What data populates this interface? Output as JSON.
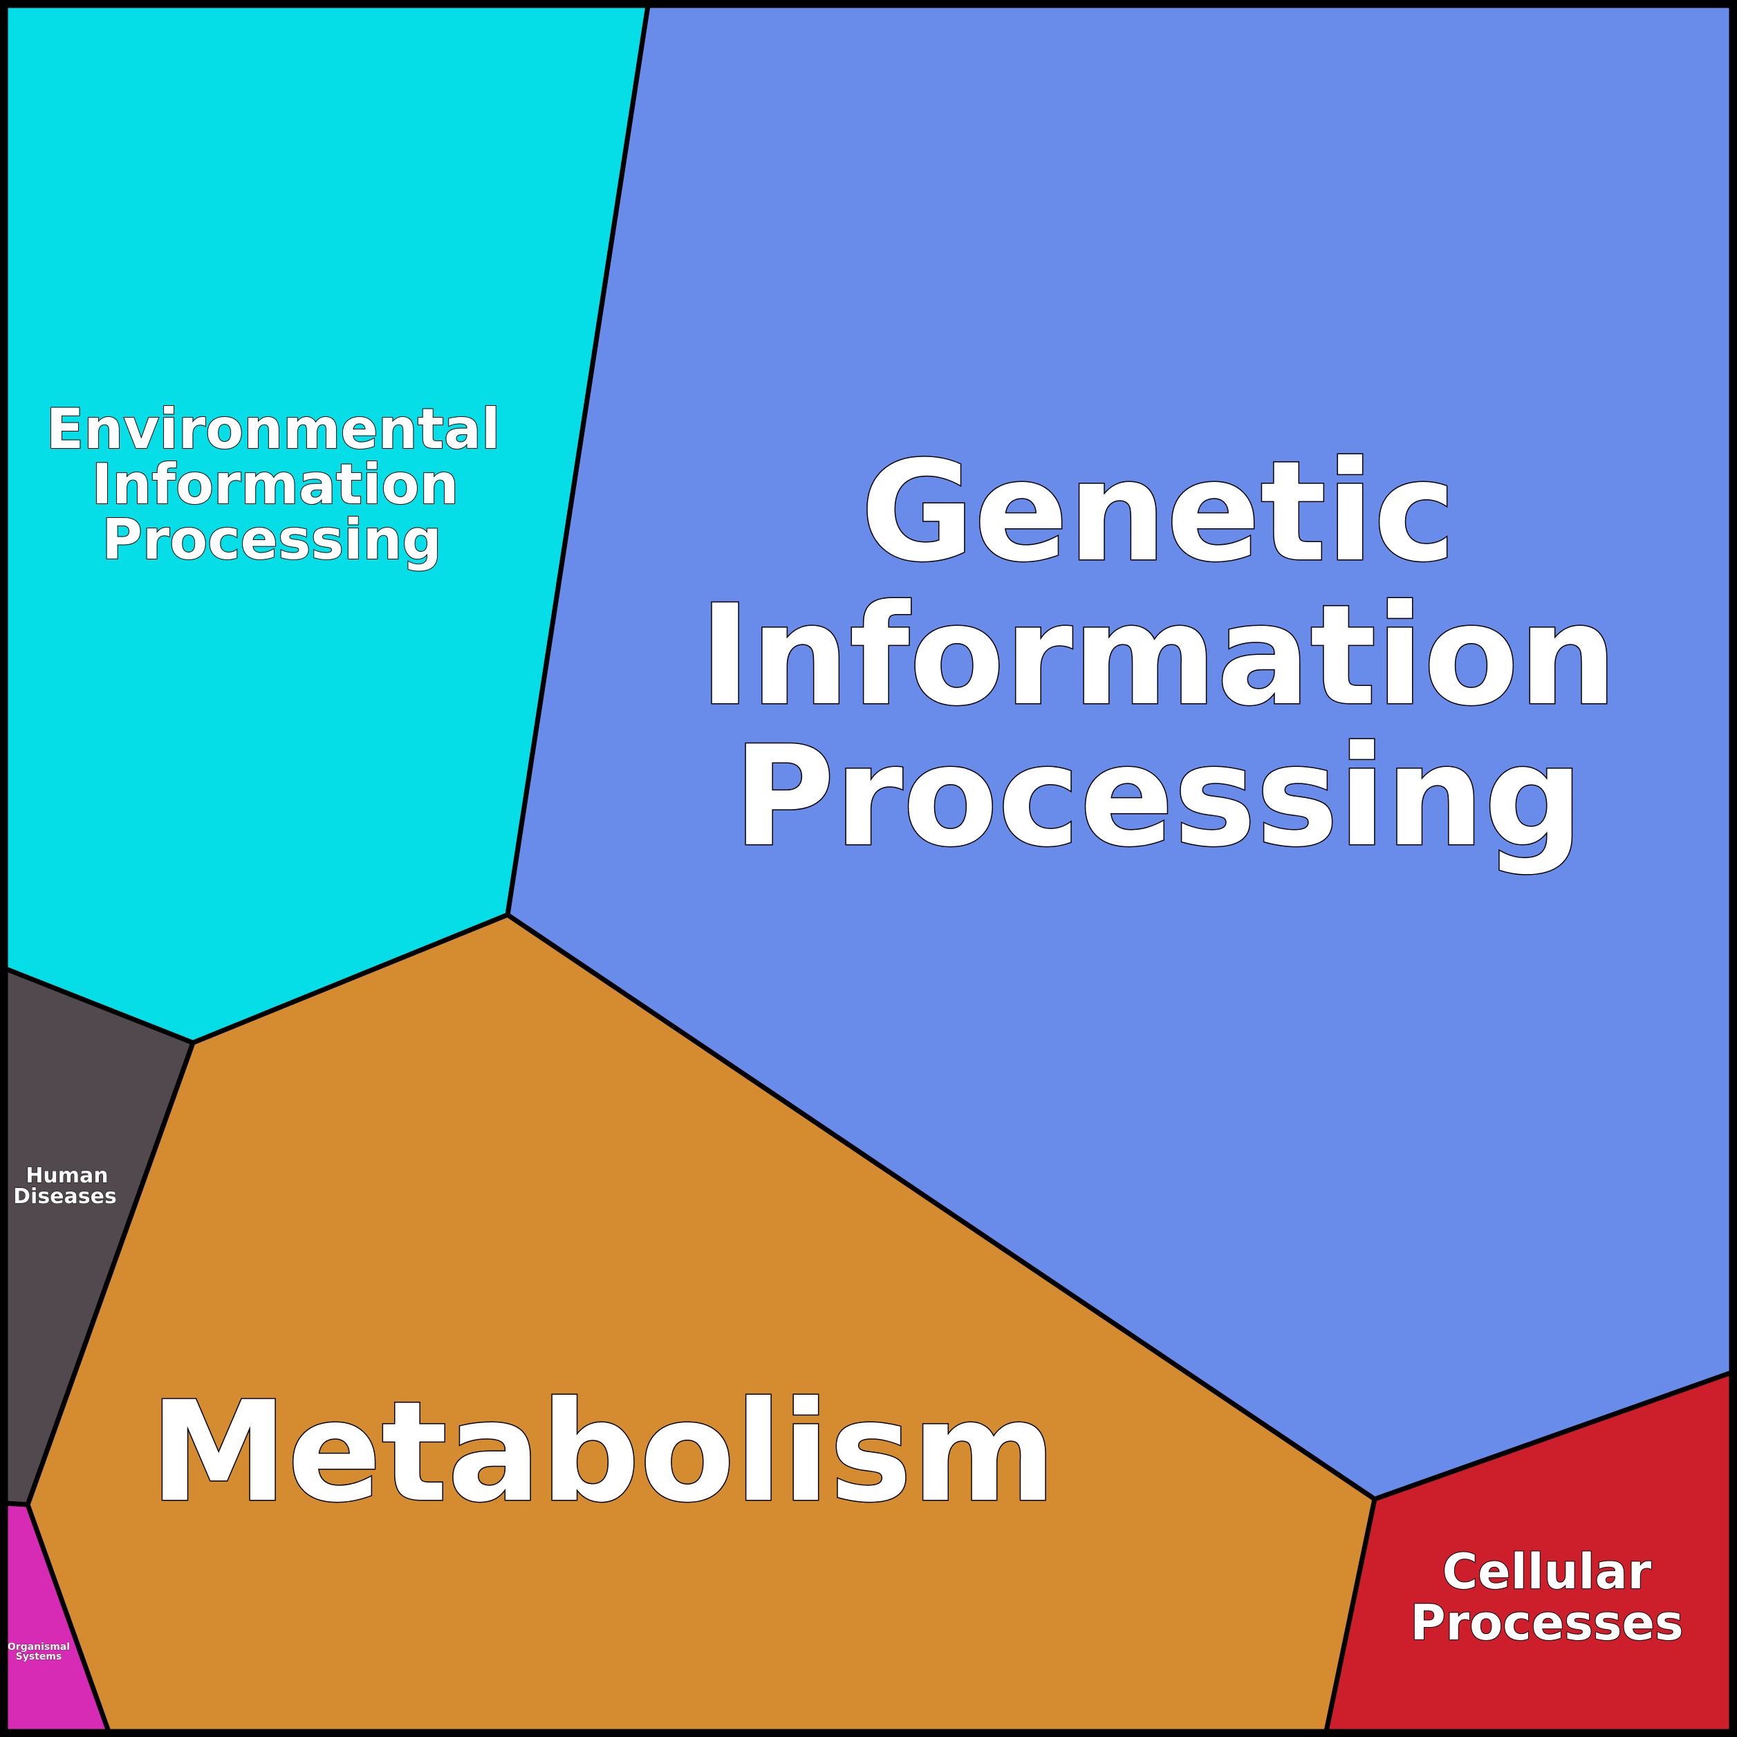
{
  "regions": [
    {
      "key": "genetic",
      "lines": [
        "Genetic",
        "Information",
        "Processing"
      ],
      "color": "#698bea"
    },
    {
      "key": "environmental",
      "lines": [
        "Environmental",
        "Information",
        "Processing"
      ],
      "color": "#05dee6"
    },
    {
      "key": "metabolism",
      "lines": [
        "Metabolism"
      ],
      "color": "#d58b30"
    },
    {
      "key": "human",
      "lines": [
        "Human",
        "Diseases"
      ],
      "color": "#51494e"
    },
    {
      "key": "cellular",
      "lines": [
        "Cellular",
        "Processes"
      ],
      "color": "#cd1f2b"
    },
    {
      "key": "organismal",
      "lines": [
        "Organismal",
        "Systems"
      ],
      "color": "#d72bb6"
    }
  ]
}
